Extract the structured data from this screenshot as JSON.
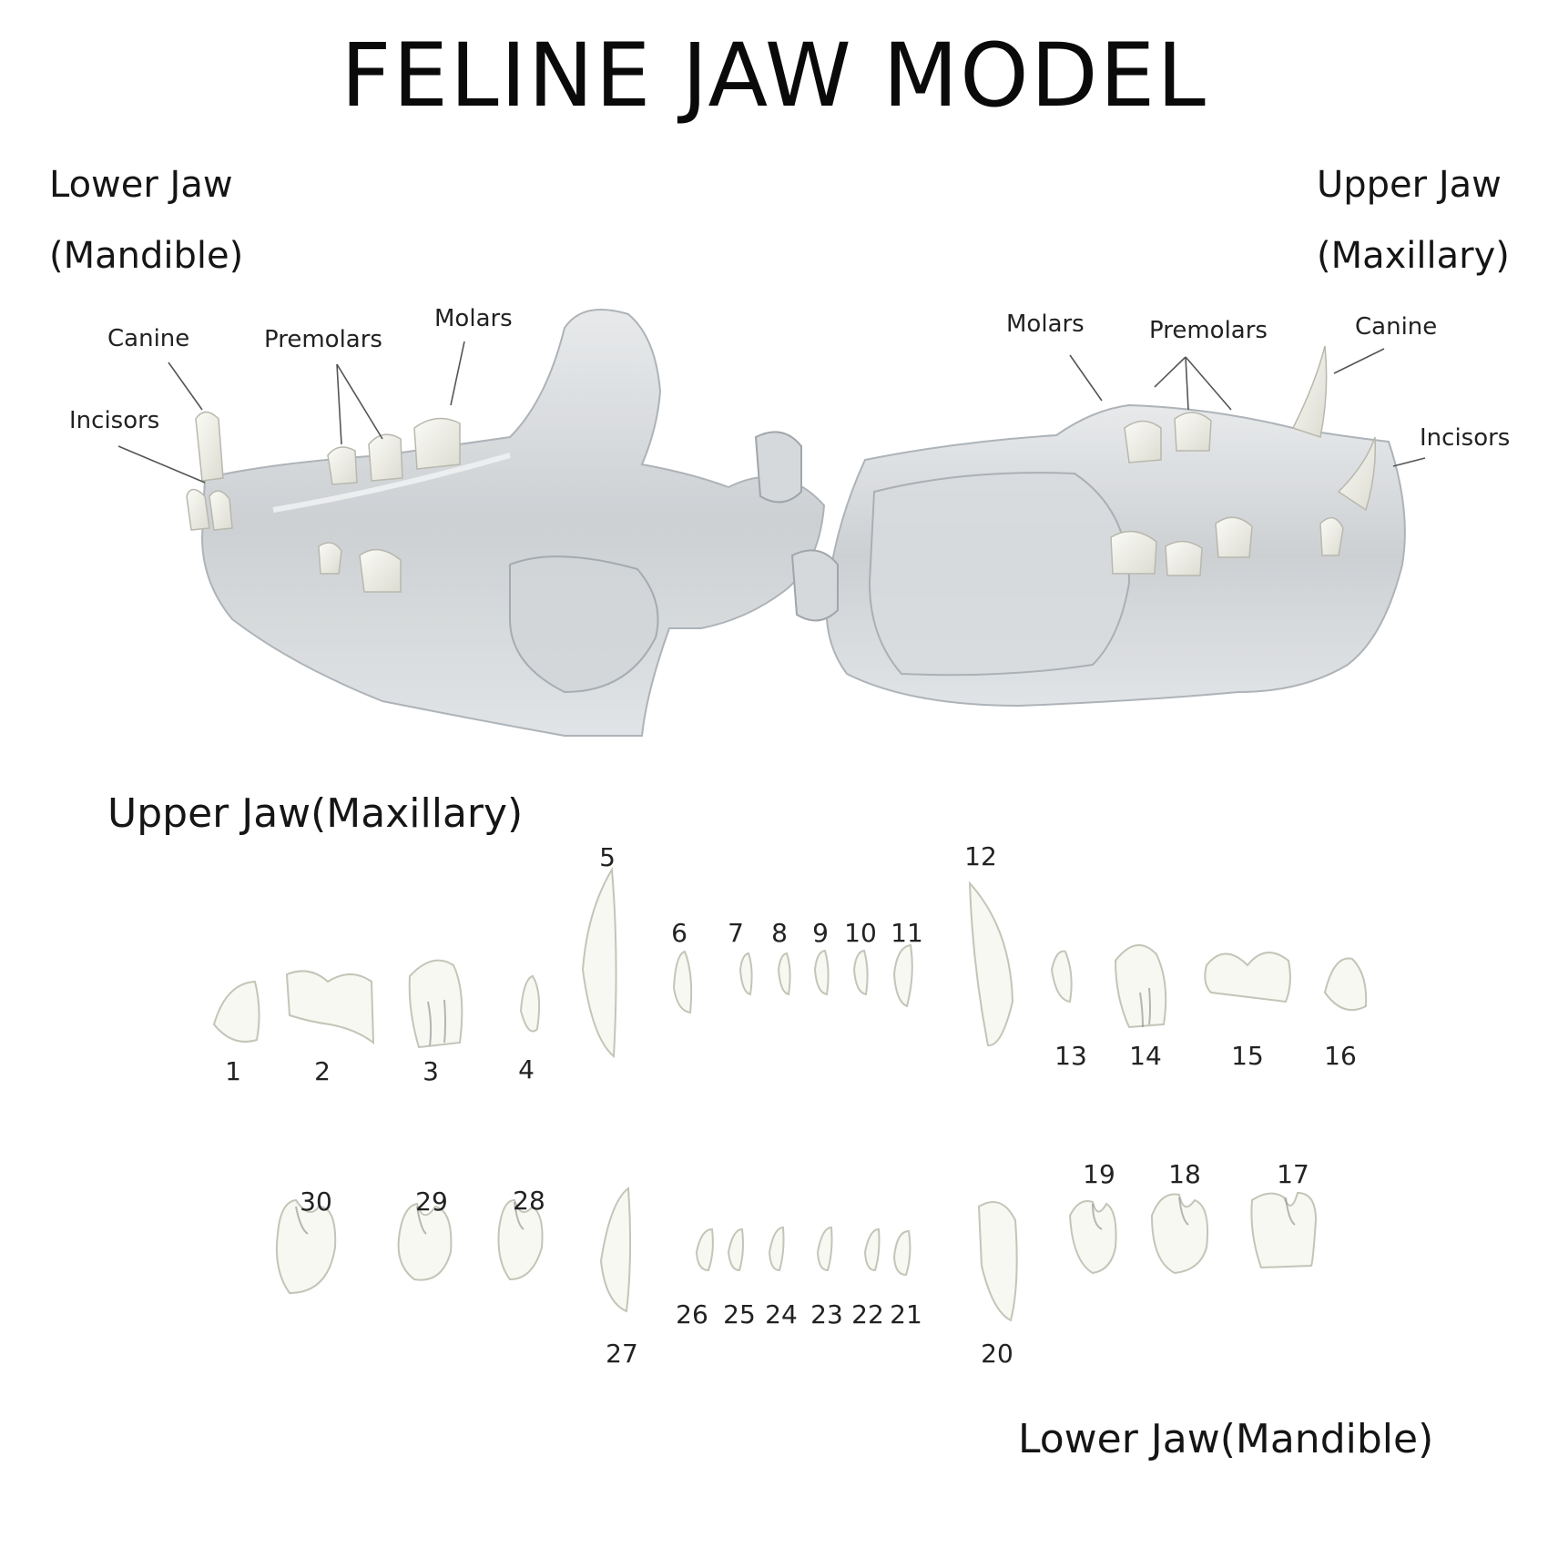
{
  "title": "FELINE JAW MODEL",
  "model": {
    "left_heading": {
      "line1": "Lower Jaw",
      "line2": "(Mandible)"
    },
    "right_heading": {
      "line1": "Upper Jaw",
      "line2": "(Maxillary)"
    },
    "left_labels": {
      "canine": "Canine",
      "premolars": "Premolars",
      "molars": "Molars",
      "incisors": "Incisors"
    },
    "right_labels": {
      "molars": "Molars",
      "premolars": "Premolars",
      "canine": "Canine",
      "incisors": "Incisors"
    }
  },
  "upper_row": {
    "heading": "Upper Jaw(Maxillary)",
    "numbers": [
      "1",
      "2",
      "3",
      "4",
      "5",
      "6",
      "7",
      "8",
      "9",
      "10",
      "11",
      "12",
      "13",
      "14",
      "15",
      "16"
    ]
  },
  "lower_row": {
    "heading": "Lower Jaw(Mandible)",
    "numbers": [
      "30",
      "29",
      "28",
      "27",
      "26",
      "25",
      "24",
      "23",
      "22",
      "21",
      "20",
      "19",
      "18",
      "17"
    ]
  }
}
